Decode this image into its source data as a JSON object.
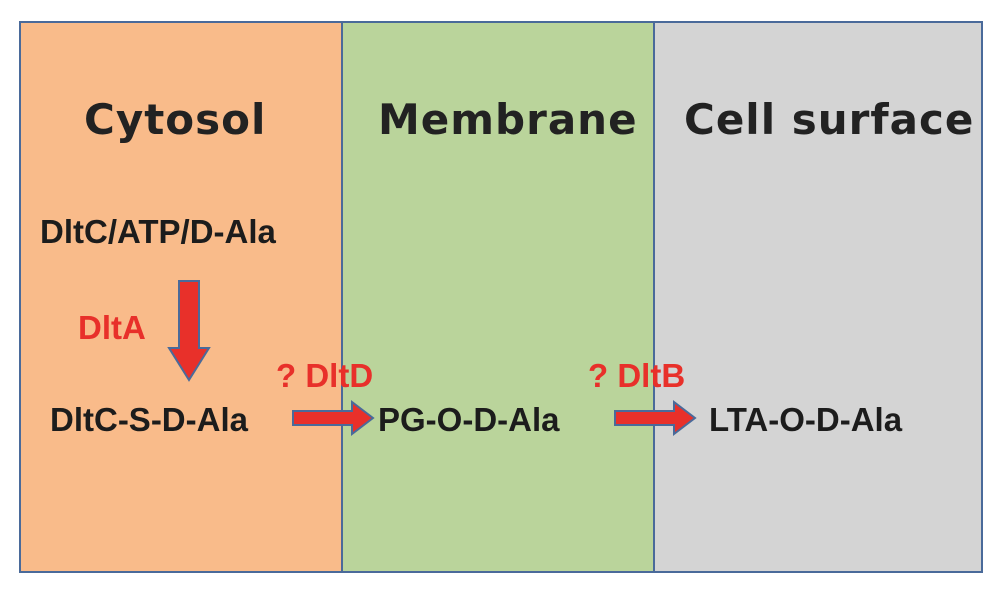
{
  "colors": {
    "cytosol_fill": "#f9bb8a",
    "membrane_fill": "#bad49b",
    "surface_fill": "#d4d4d4",
    "border": "#4a6a9a",
    "enzyme_text": "#e8302a",
    "arrow_fill": "#e8302a",
    "arrow_stroke": "#4a6a9a"
  },
  "regions": {
    "cytosol": "Cytosol",
    "membrane": "Membrane",
    "surface": "Cell surface"
  },
  "molecules": {
    "dltc_atp_dala": "DltC/ATP/D-Ala",
    "dltc_s_dala": "DltC-S-D-Ala",
    "pg_o_dala": "PG-O-D-Ala",
    "lta_o_dala": "LTA-O-D-Ala"
  },
  "enzymes": {
    "dlta": "DltA",
    "dltd": "? DltD",
    "dltb": "? DltB"
  }
}
